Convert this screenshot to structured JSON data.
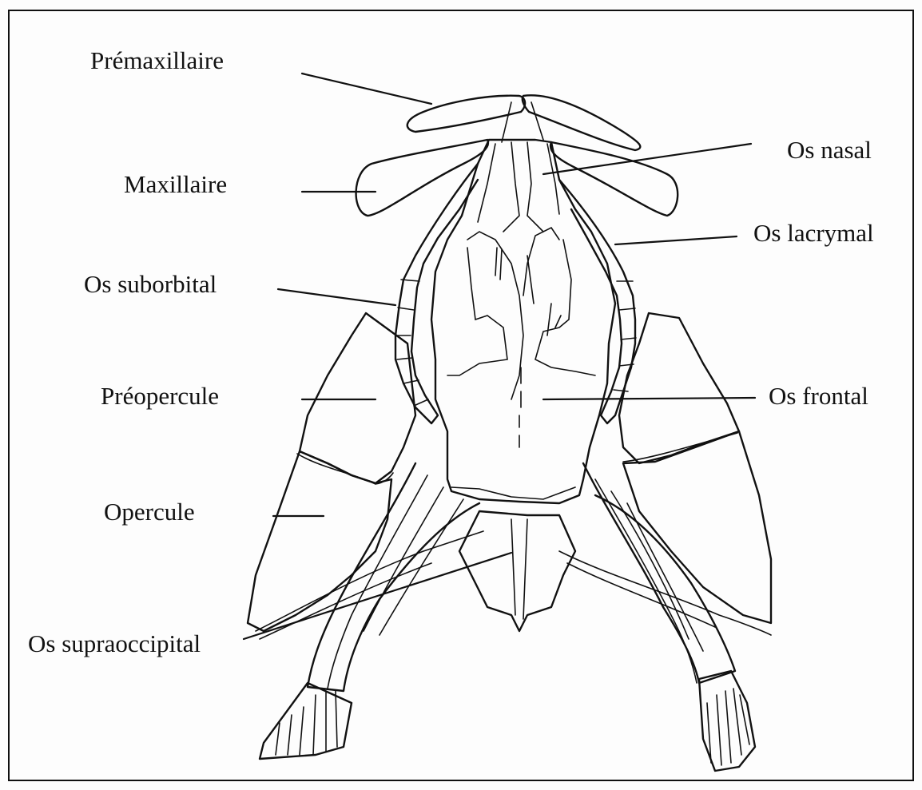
{
  "labels": {
    "premaxillaire": "Prémaxillaire",
    "maxillaire": "Maxillaire",
    "os_suborbital": "Os suborbital",
    "preopercule": "Préopercule",
    "opercule": "Opercule",
    "os_supraoccipital": "Os supraoccipital",
    "os_nasal": "Os nasal",
    "os_lacrymal": "Os lacrymal",
    "os_frontal": "Os frontal"
  }
}
